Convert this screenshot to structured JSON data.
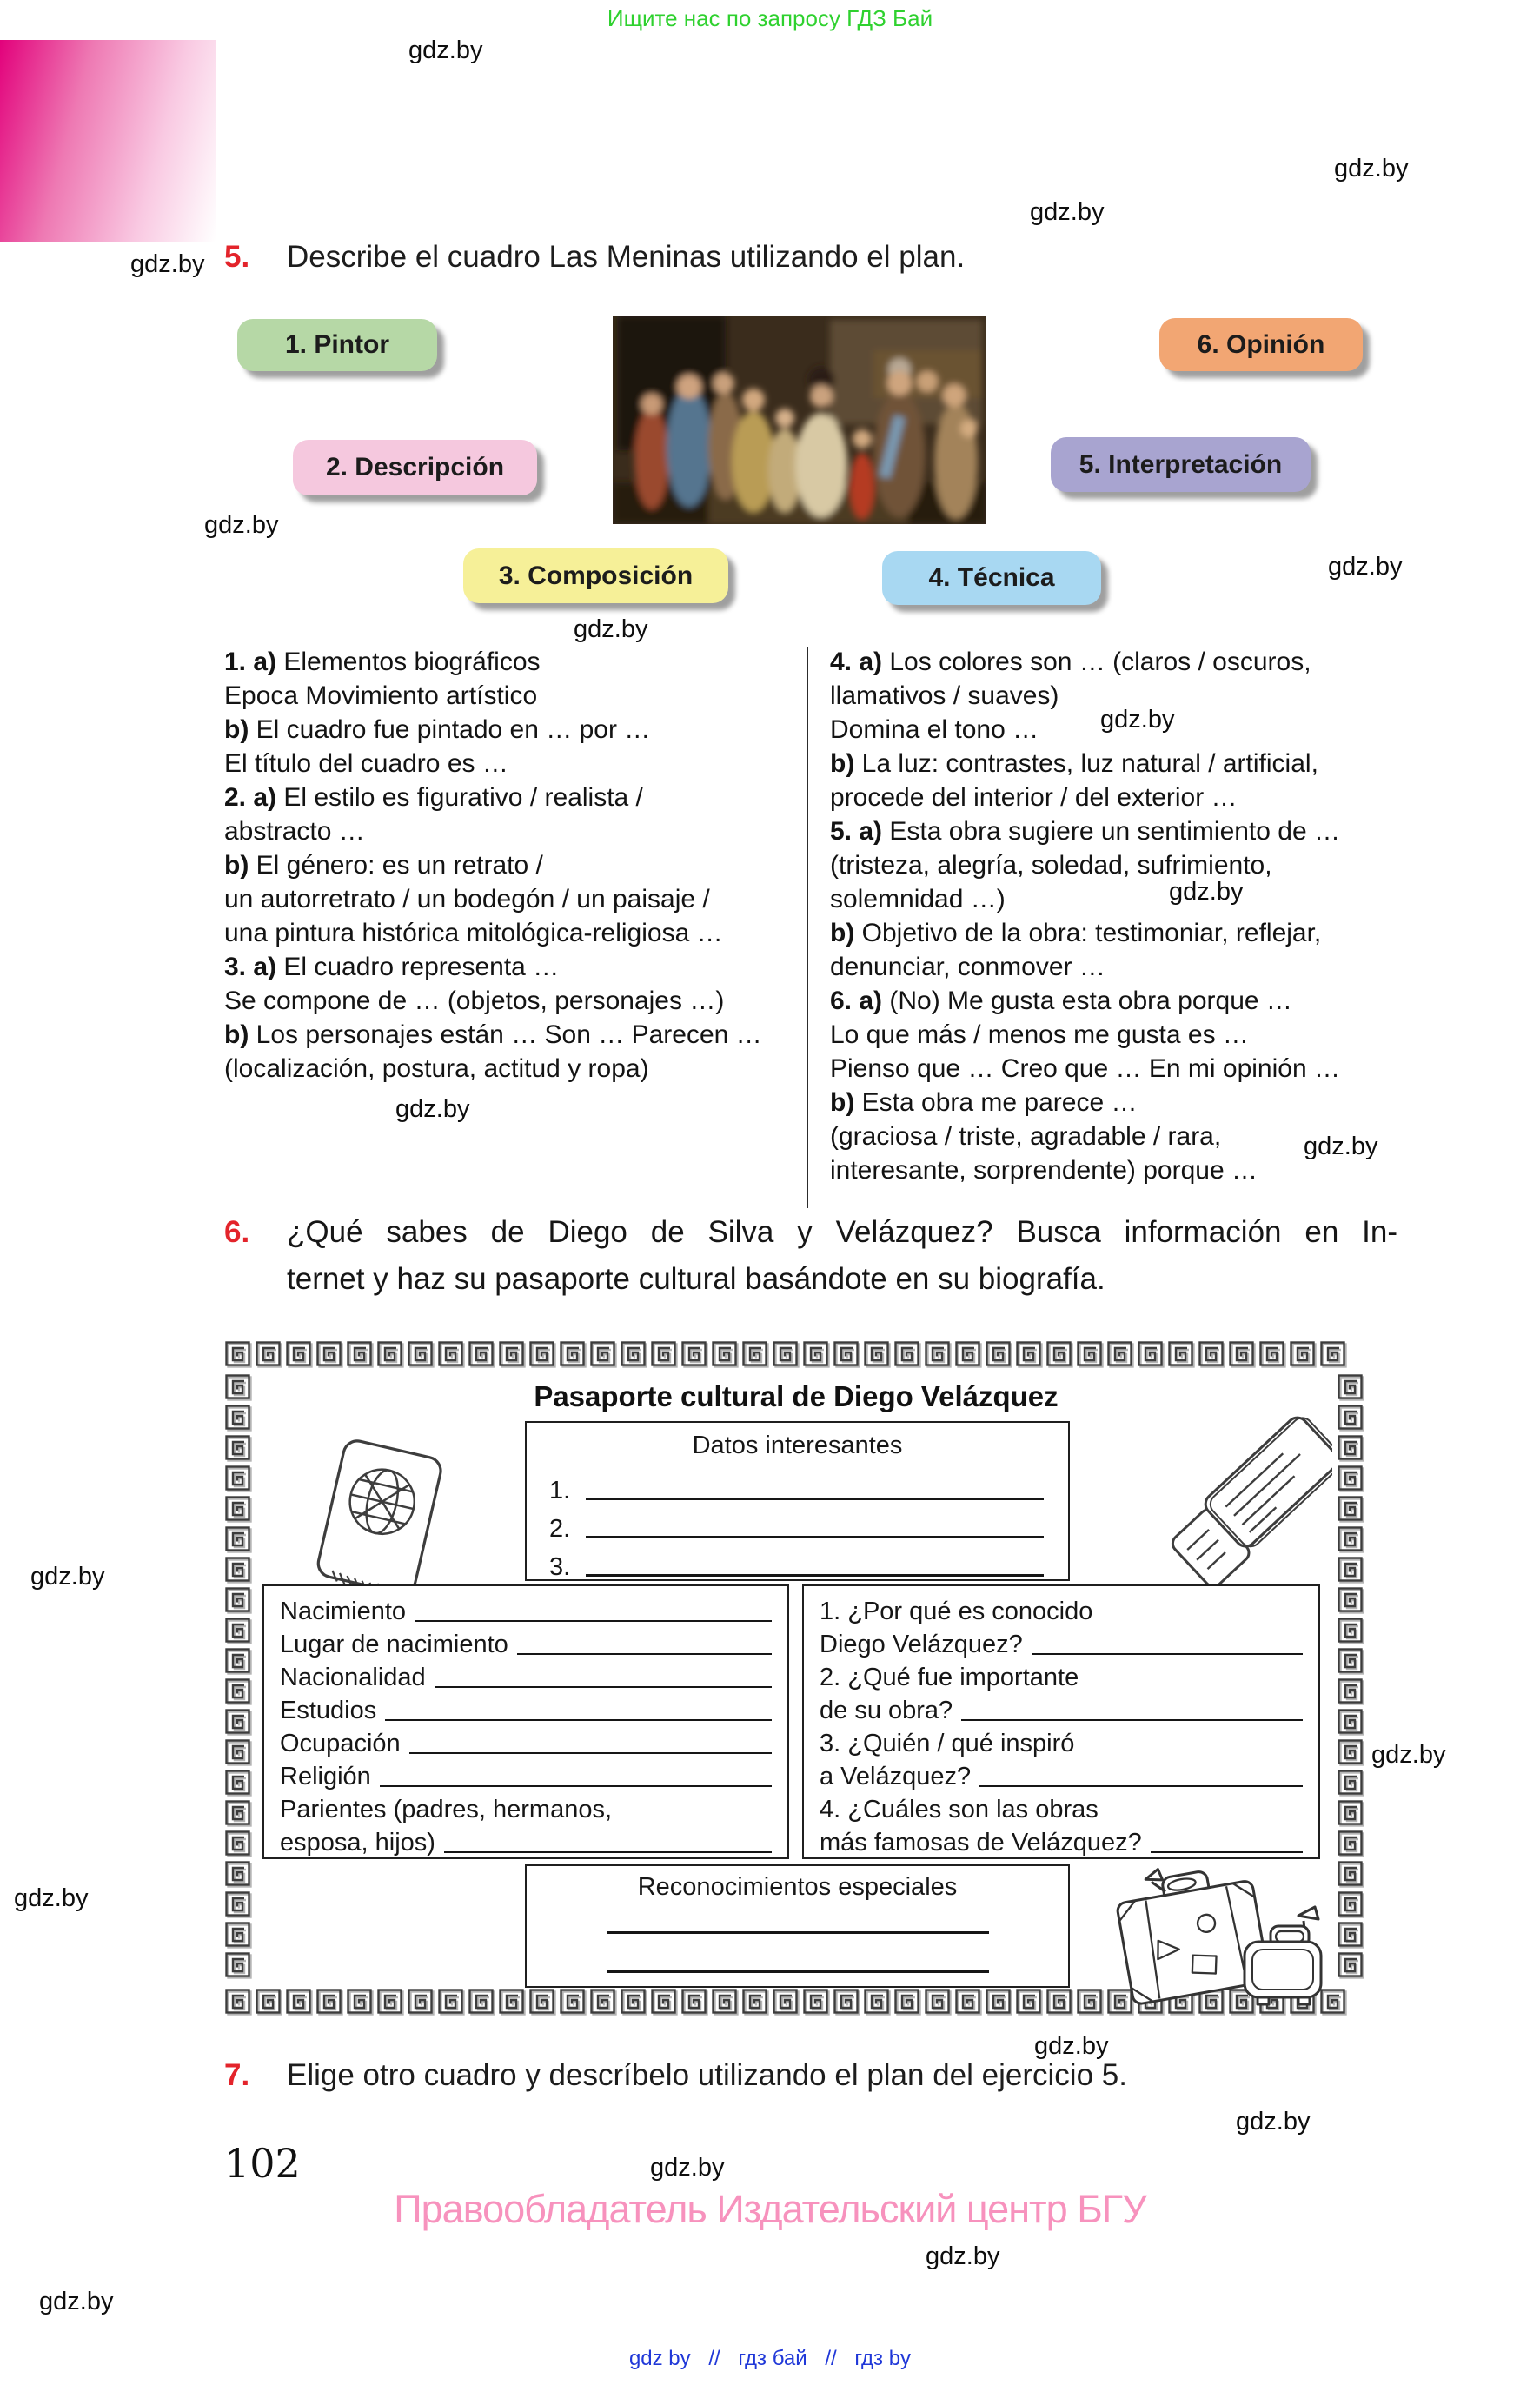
{
  "page": {
    "banner_top": "Ищите нас по запросу ГДЗ Бай",
    "watermark": "gdz.by",
    "page_number": "102",
    "copyright": "Правообладатель Издательский центр БГУ",
    "footer": {
      "links": [
        "gdz by",
        "гдз бай",
        "гдз by"
      ],
      "separator": "//"
    },
    "colors": {
      "accent_red": "#e3242b",
      "banner_green": "#2fd12f",
      "copyright_pink": "#f792bd",
      "footer_blue": "#2038d8",
      "corner_magenta": "#e2017b"
    }
  },
  "exercise5": {
    "number": "5.",
    "title": "Describe el cuadro Las Meninas utilizando el plan.",
    "labels": [
      {
        "text": "1. Pintor",
        "color": "#b6d8a6"
      },
      {
        "text": "2. Descripción",
        "color": "#f5c8de"
      },
      {
        "text": "3. Composición",
        "color": "#f6f098"
      },
      {
        "text": "4. Técnica",
        "color": "#a8d8f2"
      },
      {
        "text": "5. Interpretación",
        "color": "#a8a4d0"
      },
      {
        "text": "6. Opinión",
        "color": "#f2a673"
      }
    ],
    "plan_left": [
      {
        "b": "1. a)",
        "t": " Elementos biográficos"
      },
      {
        "b": "",
        "t": "Epoca Movimiento artístico"
      },
      {
        "b": "b)",
        "t": " El cuadro fue pintado en … por …"
      },
      {
        "b": "",
        "t": "El título del cuadro es …"
      },
      {
        "b": "2. a)",
        "t": " El estilo es figurativo / realista /"
      },
      {
        "b": "",
        "t": "abstracto …"
      },
      {
        "b": "b)",
        "t": " El género: es un retrato /"
      },
      {
        "b": "",
        "t": "un autorretrato / un bodegón / un paisaje /"
      },
      {
        "b": "",
        "t": "una pintura histórica mitológica-religiosa …"
      },
      {
        "b": "3. a)",
        "t": " El cuadro representa …"
      },
      {
        "b": "",
        "t": "Se compone de … (objetos, personajes …)"
      },
      {
        "b": "b)",
        "t": " Los personajes están … Son … Parecen …"
      },
      {
        "b": "",
        "t": "(localización, postura, actitud y ropa)"
      }
    ],
    "plan_right": [
      {
        "b": "4. a)",
        "t": " Los colores son … (claros / oscuros,"
      },
      {
        "b": "",
        "t": "llamativos / suaves)"
      },
      {
        "b": "",
        "t": "Domina el tono …"
      },
      {
        "b": "b)",
        "t": " La luz: contrastes, luz natural / artificial,"
      },
      {
        "b": "",
        "t": "procede del interior / del exterior …"
      },
      {
        "b": "5. a)",
        "t": " Esta obra sugiere un sentimiento de …"
      },
      {
        "b": "",
        "t": "(tristeza, alegría, soledad, sufrimiento,"
      },
      {
        "b": "",
        "t": "solemnidad …)"
      },
      {
        "b": "b)",
        "t": " Objetivo de la obra: testimoniar, reflejar,"
      },
      {
        "b": "",
        "t": "denunciar, conmover …"
      },
      {
        "b": "6. a)",
        "t": " (No) Me gusta esta obra porque …"
      },
      {
        "b": "",
        "t": "Lo que más / menos me gusta es …"
      },
      {
        "b": "",
        "t": "Pienso que … Creo que … En mi opinión …"
      },
      {
        "b": "b)",
        "t": " Esta obra me parece …"
      },
      {
        "b": "",
        "t": "(graciosa / triste, agradable / rara,"
      },
      {
        "b": "",
        "t": "interesante, sorprendente) porque …"
      }
    ]
  },
  "exercise6": {
    "number": "6.",
    "line1": "¿Qué sabes de Diego de Silva y Velázquez? Busca información en In-",
    "line2": "ternet y haz su pasaporte cultural basándote en su biografía."
  },
  "passport": {
    "title": "Pasaporte cultural de Diego Velázquez",
    "datos_title": "Datos interesantes",
    "datos_numbers": [
      "1.",
      "2.",
      "3."
    ],
    "fields": [
      {
        "label": "Nacimiento",
        "line": true
      },
      {
        "label": "Lugar de nacimiento",
        "line": true
      },
      {
        "label": "Nacionalidad",
        "line": true
      },
      {
        "label": "Estudios",
        "line": true
      },
      {
        "label": "Ocupación",
        "line": true
      },
      {
        "label": "Religión",
        "line": true
      },
      {
        "label": "Parientes (padres, hermanos,",
        "line": false
      },
      {
        "label": "esposa, hijos)",
        "line": true
      }
    ],
    "questions": [
      {
        "label": "1. ¿Por qué es conocido",
        "line": false
      },
      {
        "label": "Diego Velázquez?",
        "line": true
      },
      {
        "label": "2. ¿Qué fue importante",
        "line": false
      },
      {
        "label": "de su obra?",
        "line": true
      },
      {
        "label": "3. ¿Quién / qué inspiró",
        "line": false
      },
      {
        "label": "a Velázquez?",
        "line": true
      },
      {
        "label": "4. ¿Cuáles son las obras",
        "line": false
      },
      {
        "label": "más famosas de Velázquez?",
        "line": true
      }
    ],
    "recon_title": "Reconocimientos especiales"
  },
  "exercise7": {
    "number": "7.",
    "title": "Elige otro cuadro y descríbelo utilizando el plan del ejercicio 5."
  }
}
